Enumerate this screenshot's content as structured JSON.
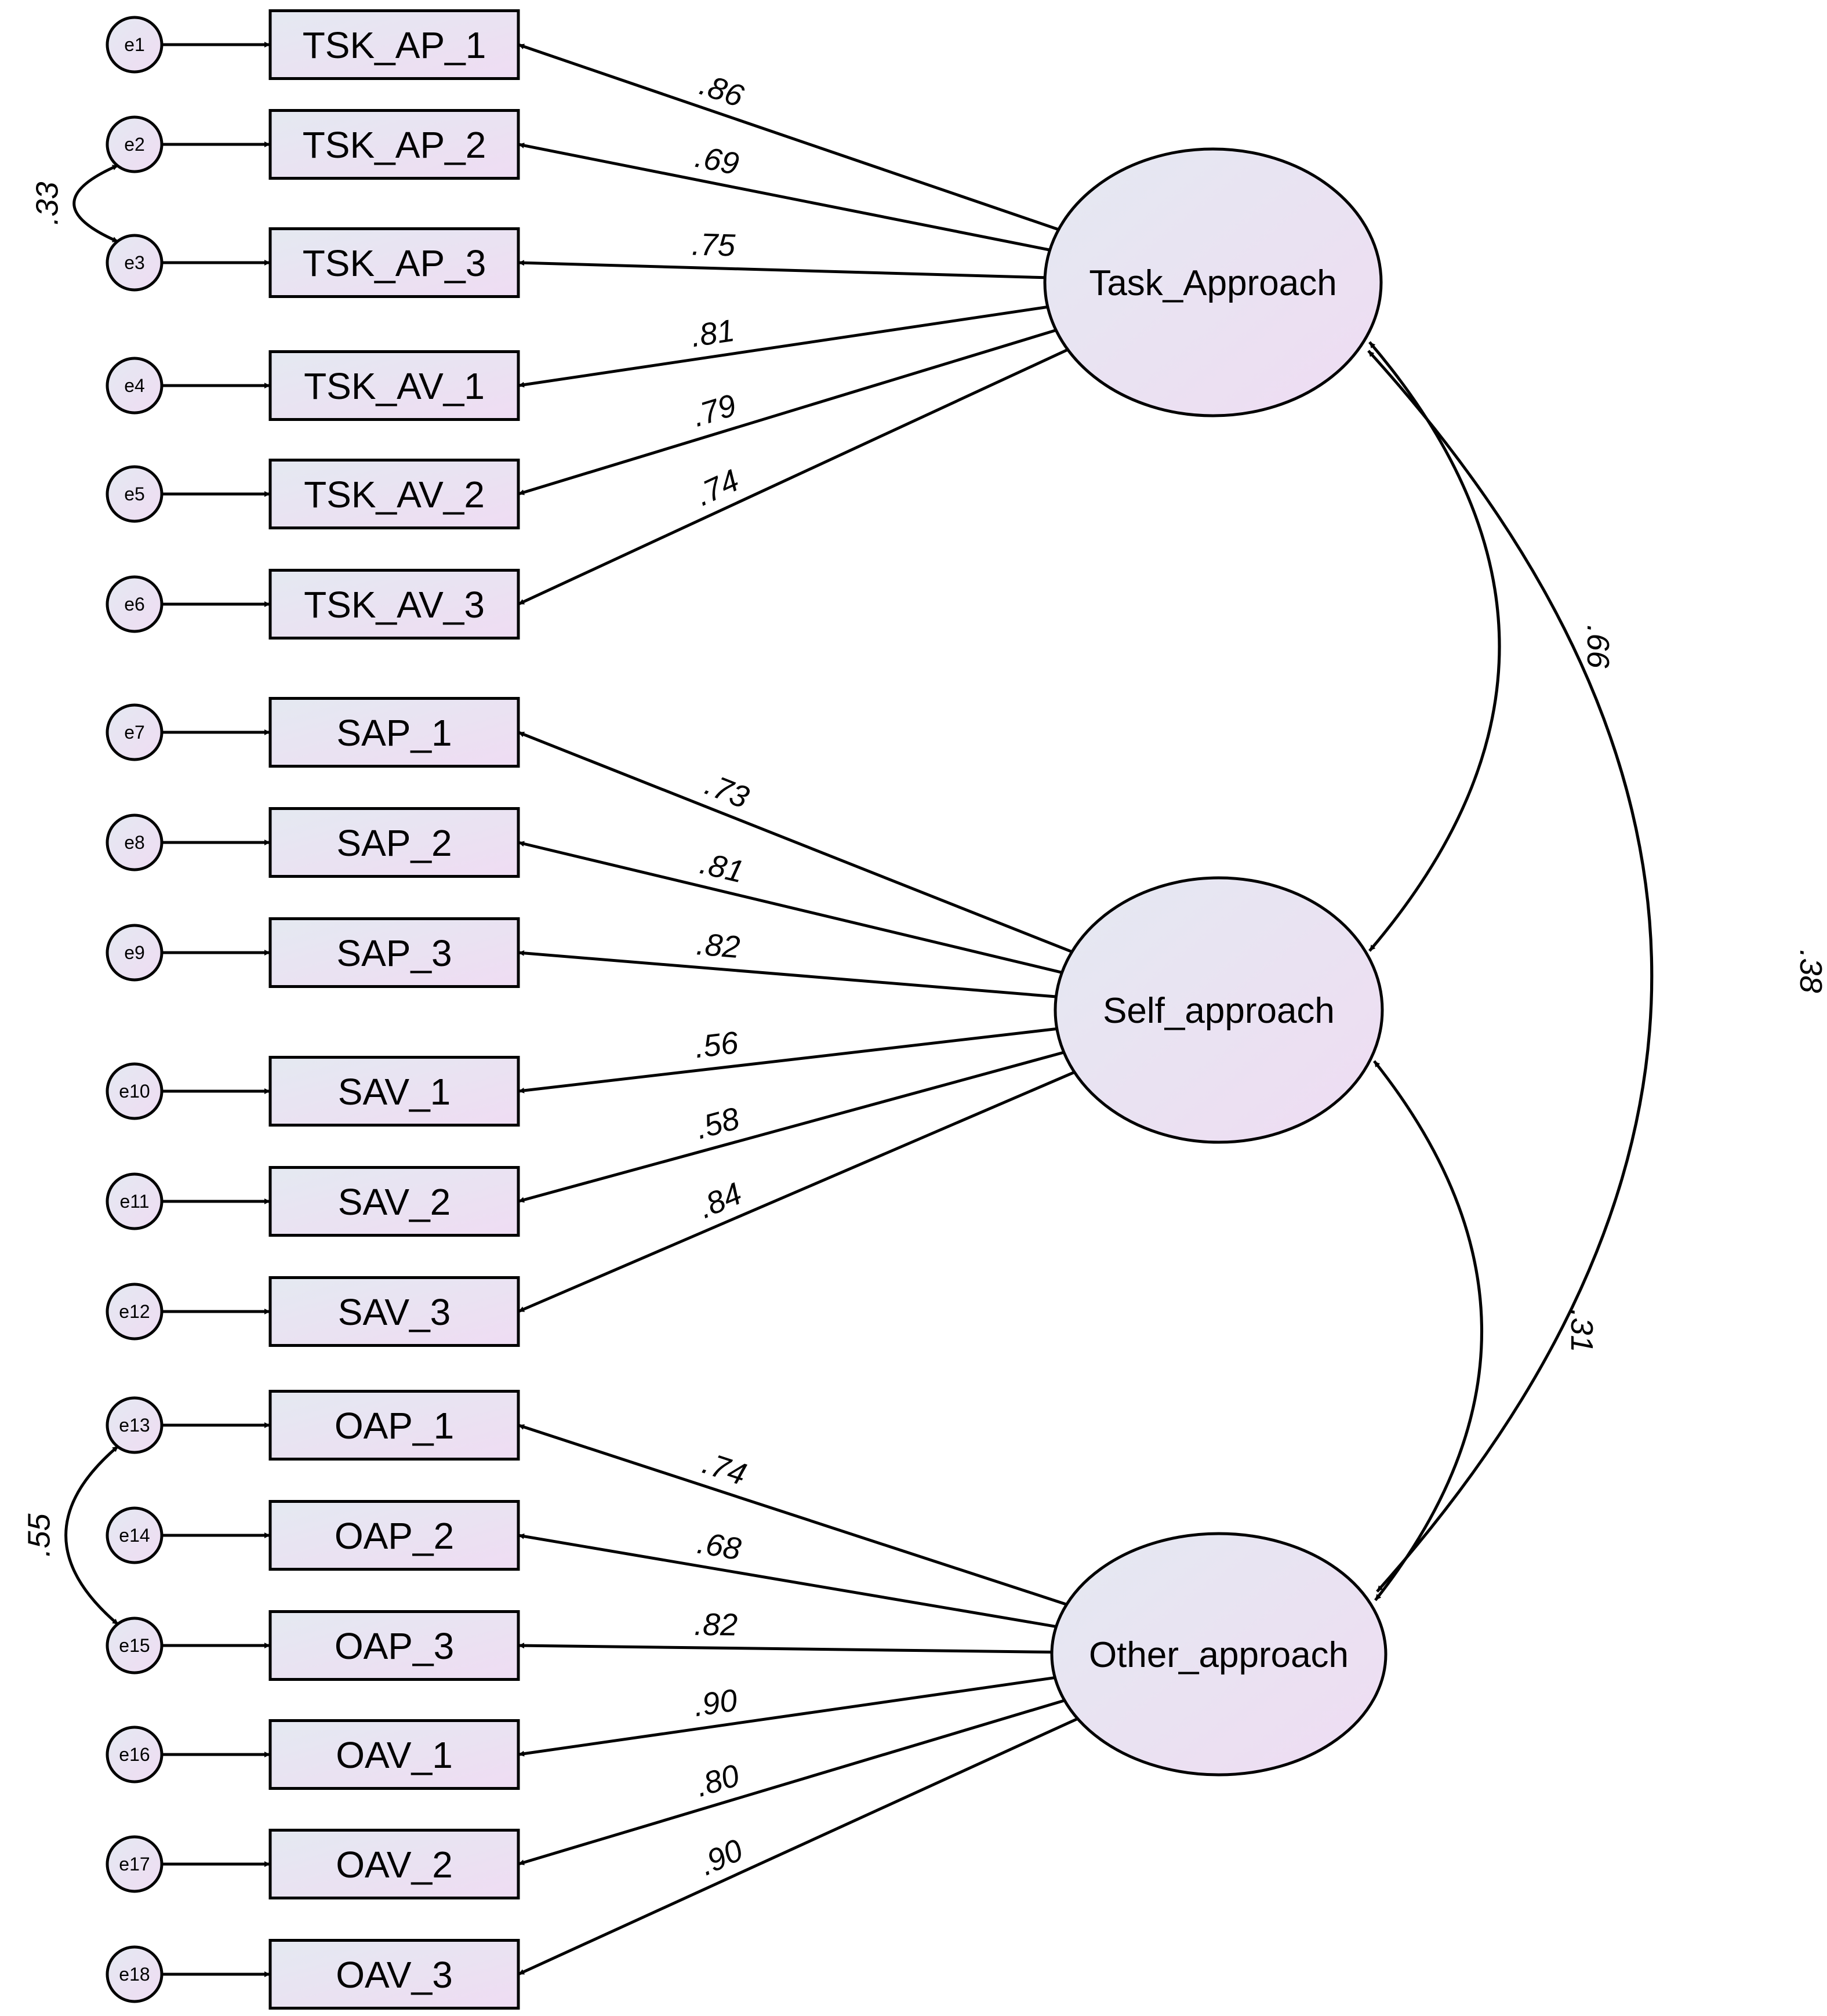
{
  "latents": [
    {
      "id": "task",
      "label": "Task_Approach"
    },
    {
      "id": "self",
      "label": "Self_approach"
    },
    {
      "id": "other",
      "label": "Other_approach"
    }
  ],
  "indicators": [
    {
      "label": "TSK_AP_1",
      "error": "e1",
      "latent": "task",
      "loading": ".86"
    },
    {
      "label": "TSK_AP_2",
      "error": "e2",
      "latent": "task",
      "loading": ".69"
    },
    {
      "label": "TSK_AP_3",
      "error": "e3",
      "latent": "task",
      "loading": ".75"
    },
    {
      "label": "TSK_AV_1",
      "error": "e4",
      "latent": "task",
      "loading": ".81"
    },
    {
      "label": "TSK_AV_2",
      "error": "e5",
      "latent": "task",
      "loading": ".79"
    },
    {
      "label": "TSK_AV_3",
      "error": "e6",
      "latent": "task",
      "loading": ".74"
    },
    {
      "label": "SAP_1",
      "error": "e7",
      "latent": "self",
      "loading": ".73"
    },
    {
      "label": "SAP_2",
      "error": "e8",
      "latent": "self",
      "loading": ".81"
    },
    {
      "label": "SAP_3",
      "error": "e9",
      "latent": "self",
      "loading": ".82"
    },
    {
      "label": "SAV_1",
      "error": "e10",
      "latent": "self",
      "loading": ".56"
    },
    {
      "label": "SAV_2",
      "error": "e11",
      "latent": "self",
      "loading": ".58"
    },
    {
      "label": "SAV_3",
      "error": "e12",
      "latent": "self",
      "loading": ".84"
    },
    {
      "label": "OAP_1",
      "error": "e13",
      "latent": "other",
      "loading": ".74"
    },
    {
      "label": "OAP_2",
      "error": "e14",
      "latent": "other",
      "loading": ".68"
    },
    {
      "label": "OAP_3",
      "error": "e15",
      "latent": "other",
      "loading": ".82"
    },
    {
      "label": "OAV_1",
      "error": "e16",
      "latent": "other",
      "loading": ".90"
    },
    {
      "label": "OAV_2",
      "error": "e17",
      "latent": "other",
      "loading": ".80"
    },
    {
      "label": "OAV_3",
      "error": "e18",
      "latent": "other",
      "loading": ".90"
    }
  ],
  "latent_covariances": [
    {
      "from": "task",
      "to": "self",
      "value": ".66"
    },
    {
      "from": "self",
      "to": "other",
      "value": ".31"
    },
    {
      "from": "task",
      "to": "other",
      "value": ".38"
    }
  ],
  "error_covariances": [
    {
      "from": "e2",
      "to": "e3",
      "value": ".33"
    },
    {
      "from": "e13",
      "to": "e15",
      "value": ".55"
    }
  ],
  "colors": {
    "fill_start": "#e4e9f1",
    "fill_end": "#efdcf3",
    "stroke": "#000000",
    "error_cov_label": "#2d5a2d"
  }
}
